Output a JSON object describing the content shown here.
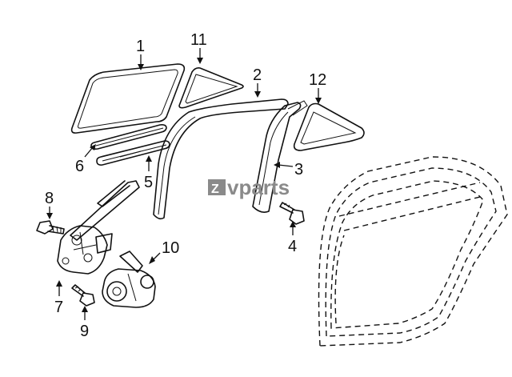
{
  "callouts": {
    "c1": "1",
    "c2": "2",
    "c3": "3",
    "c4": "4",
    "c5": "5",
    "c6": "6",
    "c7": "7",
    "c8": "8",
    "c9": "9",
    "c10": "10",
    "c11": "11",
    "c12": "12"
  },
  "watermark": {
    "prefix": "Z",
    "text": "vparts"
  }
}
